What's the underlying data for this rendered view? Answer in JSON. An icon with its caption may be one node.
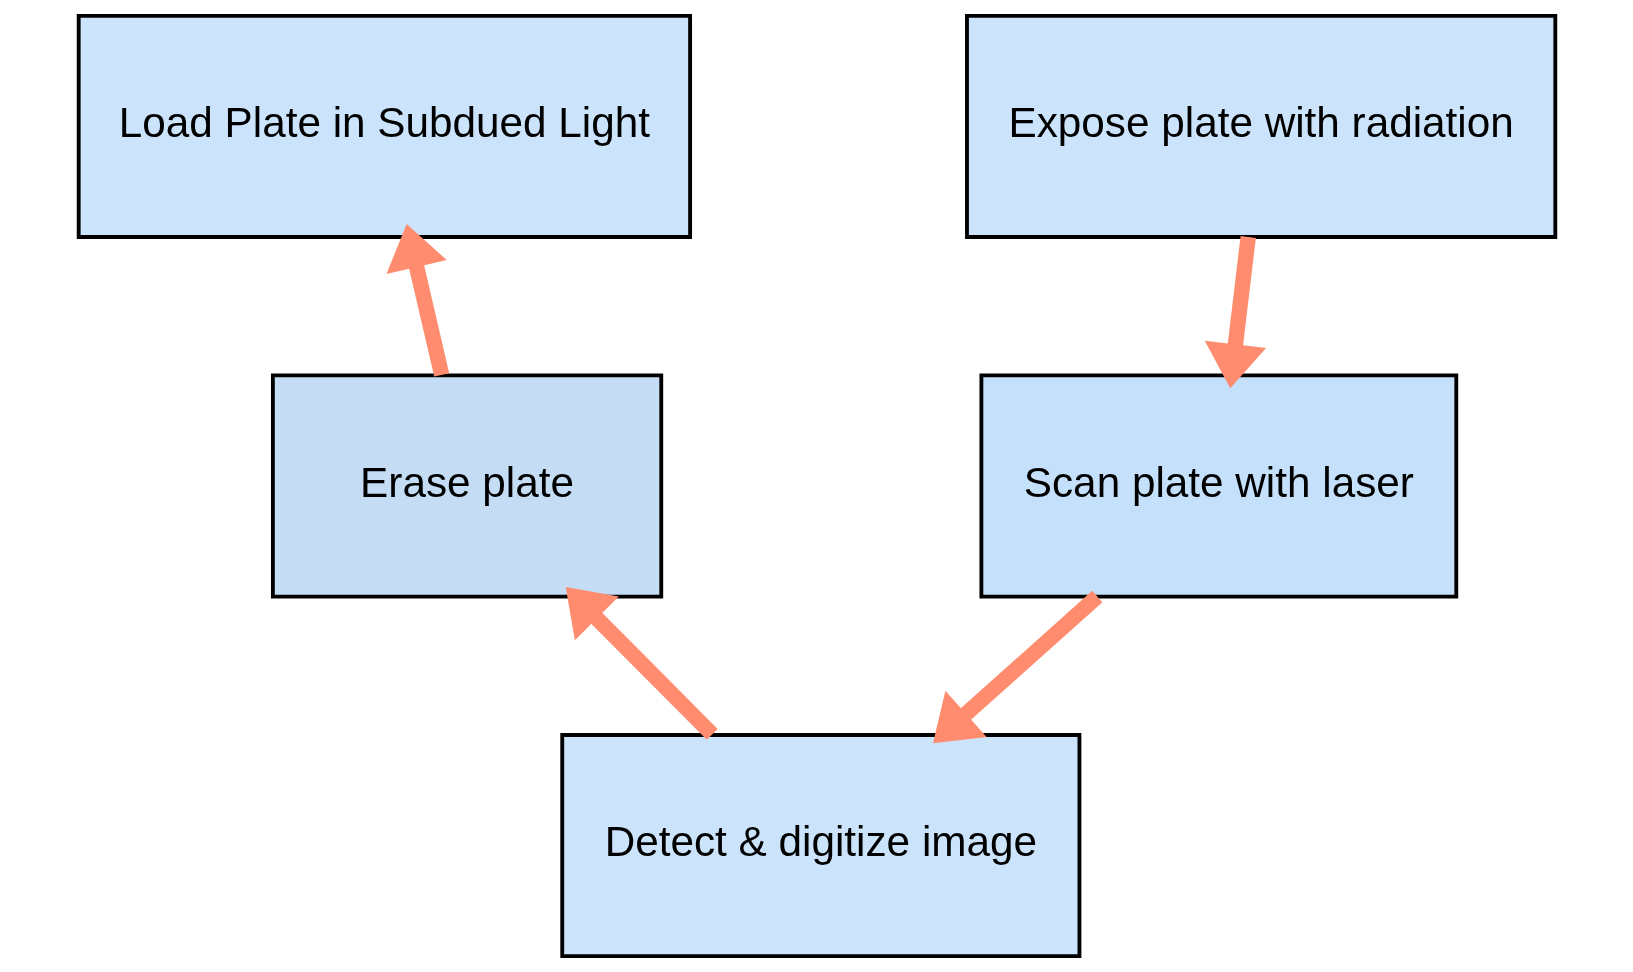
{
  "diagram": {
    "nodes": [
      {
        "text": [
          "Load Plate in Subdued Light"
        ]
      },
      {
        "text": [
          "Expose plate with radiation"
        ]
      },
      {
        "text": [
          "Scan plate with laser"
        ]
      },
      {
        "text": [
          "Detect & digitize image"
        ]
      },
      {
        "text": [
          "Erase plate"
        ]
      }
    ],
    "edges": [
      {
        "from": 1,
        "to": 2,
        "arrow": "to"
      },
      {
        "from": 2,
        "to": 3,
        "arrow": "to"
      },
      {
        "from": 3,
        "to": 4,
        "arrow": "to"
      },
      {
        "from": 4,
        "to": 0,
        "arrow": "to"
      }
    ]
  }
}
